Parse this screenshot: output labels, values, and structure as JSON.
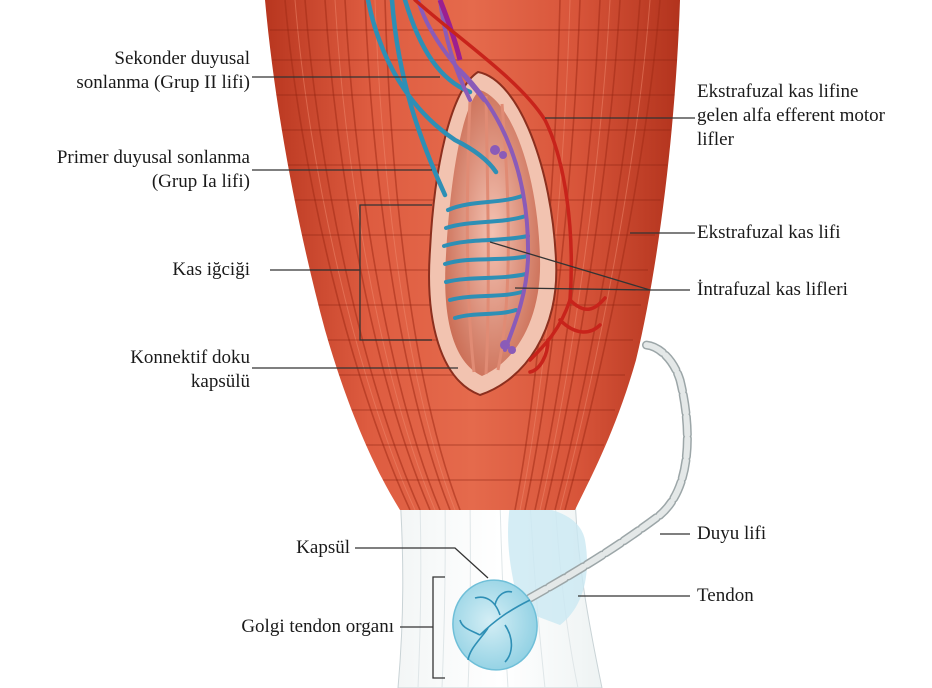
{
  "labels": {
    "secondary_ending": [
      "Sekonder duyusal",
      "sonlanma (Grup II lifi)"
    ],
    "primary_ending": [
      "Primer duyusal sonlanma",
      "(Grup Ia lifi)"
    ],
    "muscle_spindle": "Kas iğciği",
    "connective_capsule": [
      "Konnektif doku",
      "kapsülü"
    ],
    "capsule": "Kapsül",
    "golgi_tendon_organ": "Golgi tendon organı",
    "alpha_motor": [
      "Ekstrafuzal kas lifine",
      "gelen alfa efferent motor",
      "lifler"
    ],
    "extrafusal_fiber": "Ekstrafuzal kas lifi",
    "intrafusal_fibers": "İntrafuzal kas lifleri",
    "sensory_fiber": "Duyu lifi",
    "tendon": "Tendon"
  },
  "colors": {
    "muscle": "#d9563c",
    "muscle_dark": "#a8321f",
    "spindle_inner": "#e9a48f",
    "sensory_nerve": "#2e8fb5",
    "motor_nerve": "#8a5bb8",
    "artery": "#c8231b",
    "tendon": "#e3f1f6",
    "golgi": "#a9dbe9",
    "leader": "#333333"
  }
}
